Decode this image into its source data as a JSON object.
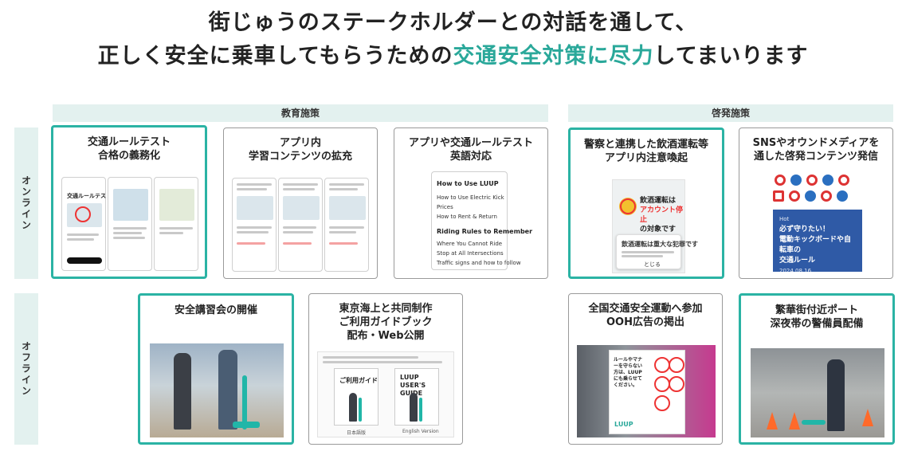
{
  "headline": {
    "line1": "街じゅうのステークホルダーとの対話を通して、",
    "line2_before": "正しく安全に乗車してもらうための",
    "line2_accent": "交通安全対策に尽力",
    "line2_after": "してまいります"
  },
  "sections": {
    "education": "教育施策",
    "awareness": "啓発施策"
  },
  "rows": {
    "online": "オンライン",
    "offline": "オフライン"
  },
  "cards": {
    "rule_test": {
      "title": "交通ルールテスト\n合格の義務化",
      "mock_label": "交通ルールテスト"
    },
    "app_learning": {
      "title": "アプリ内\n学習コンテンツの拡充"
    },
    "english": {
      "title": "アプリや交通ルールテスト\n英語対応",
      "mock_head1": "How to Use LUUP",
      "mock_items": [
        "How to Use Electric Kick",
        "Prices",
        "How to Rent & Return"
      ],
      "mock_head2": "Riding Rules to Remember",
      "mock_items2": [
        "Where You Cannot Ride",
        "Stop at All Intersections",
        "Traffic signs and how to follow"
      ]
    },
    "police": {
      "title": "警察と連携した飲酒運転等\nアプリ内注意喚起",
      "warn_line1": "飲酒運転は",
      "warn_line2": "アカウント停止",
      "warn_line3": "の対象です",
      "dialog_title": "飲酒運転は重大な犯罪です",
      "dialog_button": "とじる"
    },
    "sns": {
      "title": "SNSやオウンドメディアを\n通した啓発コンテンツ発信",
      "box_tag": "Hot",
      "box_line1": "必ず守りたい！",
      "box_line2": "電動キックボードや自転車の",
      "box_line3": "交通ルール",
      "box_date": "2024.08.16"
    },
    "seminar": {
      "title": "安全講習会の開催"
    },
    "guidebook": {
      "title": "東京海上と共同制作\nご利用ガイドブック\n配布・Web公開",
      "book1_title": "ご利用ガイド",
      "book2_title": "LUUP\nUSER'S GUIDE",
      "book1_caption": "日本語版",
      "book2_caption": "English Version"
    },
    "campaign": {
      "title": "全国交通安全運動へ参加\nOOH広告の掲出",
      "poster_text": "ルールやマナーを守らない方は、LUUPにも乗らせてください。",
      "poster_brand": "LUUP"
    },
    "guard": {
      "title": "繁華街付近ポート\n深夜帯の警備員配備"
    }
  },
  "colors": {
    "accent": "#2aa89a",
    "highlight_border": "#2bb3a4",
    "section_bg": "#e3f1ef"
  }
}
